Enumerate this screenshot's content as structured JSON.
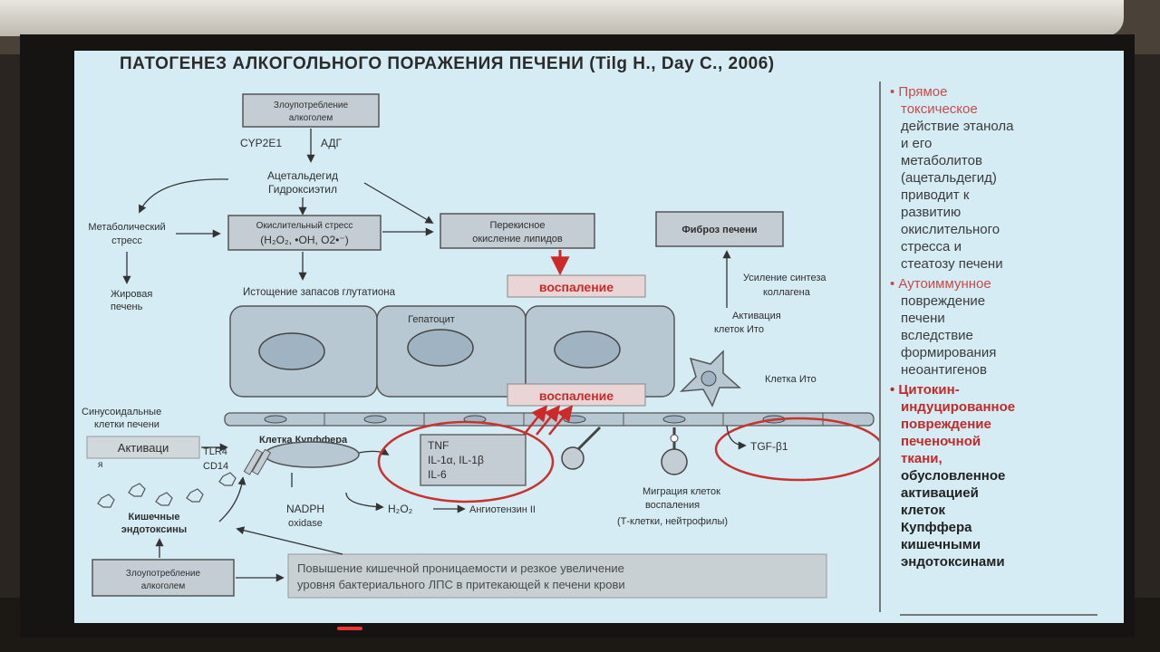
{
  "slide": {
    "title": "ПАТОГЕНЕЗ АЛКОГОЛЬНОГО ПОРАЖЕНИЯ ПЕЧЕНИ (Tilg H., Day C., 2006)"
  },
  "diagram": {
    "abuse_top_l1": "Злоупотребление",
    "abuse_top_l2": "алкоголем",
    "cyp": "CYP2E1",
    "adg": "АДГ",
    "acetald_l1": "Ацетальдегид",
    "acetald_l2": "Гидроксиэтил",
    "metab_l1": "Метаболический",
    "metab_l2": "стресс",
    "oxid_l1": "Окислительный стресс",
    "oxid_l2": "(H₂O₂, •OH, O2•⁻)",
    "perox_l1": "Перекисное",
    "perox_l2": "окисление липидов",
    "fibrosis": "Фиброз печени",
    "fat_l1": "Жировая",
    "fat_l2": "печень",
    "glut": "Истощение запасов глутатиона",
    "inflam1": "воспаление",
    "inflam2": "воспаление",
    "collagen_l1": "Усиление  синтеза",
    "collagen_l2": "коллагена",
    "ito_act_l1": "Активация",
    "ito_act_l2": "клеток Ито",
    "hepatocyte": "Гепатоцит",
    "ito_cell": "Клетка Ито",
    "sinus_l1": "Синусоидальные",
    "sinus_l2": "клетки печени",
    "activ_l1": "Активаци",
    "activ_l2": "я",
    "tlr4": "TLR4",
    "cd14": "CD14",
    "kupffer": "Клетка Купффера",
    "tnf": "TNF",
    "il1": "IL-1α, IL-1β",
    "il6": "IL-6",
    "tgf": "TGF-β1",
    "nadph_l1": "NADPH",
    "nadph_l2": "oxidase",
    "h2o2": "H₂O₂",
    "angio": "Ангиотензин II",
    "migr_l1": "Миграция клеток",
    "migr_l2": "воспаления",
    "migr_l3": "(Т-клетки, нейтрофилы)",
    "endo_l1": "Кишечные",
    "endo_l2": "эндотоксины",
    "abuse_bot_l1": "Злоупотребление",
    "abuse_bot_l2": "алкоголем",
    "perm_l1": "Повышение кишечной проницаемости и резкое увеличение",
    "perm_l2": "уровня бактериального ЛПС в притекающей к печени крови"
  },
  "sidebar": {
    "b1": [
      "• Прямое",
      "токсическое",
      "действие этанола",
      "и его",
      "метаболитов",
      "(ацетальдегид)",
      "приводит к",
      "развитию",
      "окислительного",
      "стресса и",
      "стеатозу печени"
    ],
    "b2": [
      "• Аутоиммунное",
      "повреждение",
      "печени",
      "вследствие",
      "формирования",
      "неоантигенов"
    ],
    "b3": [
      "• Цитокин-",
      "индуцированное",
      "повреждение",
      "печеночной",
      "ткани,",
      "обусловленное",
      "активацией",
      "клеток",
      "Купффера",
      "кишечными",
      "эндотоксинами"
    ]
  },
  "colors": {
    "screen": "#d6ecf4",
    "box": "#c4cdd3",
    "cell": "#b8c8d2",
    "inflam_red": "#cc2a2a",
    "ring_red": "#c8332f",
    "text": "#2e2e2e"
  }
}
